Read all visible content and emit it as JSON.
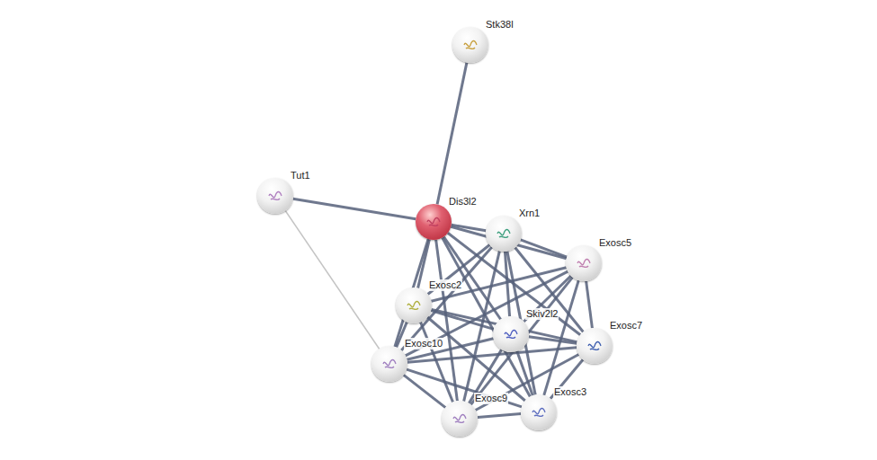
{
  "diagram": {
    "nodes": [
      {
        "text": [
          "Stk38l"
        ]
      },
      {
        "text": [
          "Tut1"
        ]
      },
      {
        "text": [
          "Dis3l2"
        ]
      },
      {
        "text": [
          "Xrn1"
        ]
      },
      {
        "text": [
          "Exosc5"
        ]
      },
      {
        "text": [
          "Exosc2"
        ]
      },
      {
        "text": [
          "Skiv2l2"
        ]
      },
      {
        "text": [
          "Exosc7"
        ]
      },
      {
        "text": [
          "Exosc10"
        ]
      },
      {
        "text": [
          "Exosc9"
        ]
      },
      {
        "text": [
          "Exosc3"
        ]
      }
    ],
    "edges": [
      {
        "from": 0,
        "to": 2,
        "arrow": "none"
      },
      {
        "from": 1,
        "to": 2,
        "arrow": "none"
      },
      {
        "from": 1,
        "to": 8,
        "arrow": "none"
      },
      {
        "from": 2,
        "to": 3,
        "arrow": "none"
      },
      {
        "from": 2,
        "to": 4,
        "arrow": "none"
      },
      {
        "from": 2,
        "to": 5,
        "arrow": "none"
      },
      {
        "from": 2,
        "to": 6,
        "arrow": "none"
      },
      {
        "from": 2,
        "to": 7,
        "arrow": "none"
      },
      {
        "from": 2,
        "to": 8,
        "arrow": "none"
      },
      {
        "from": 2,
        "to": 9,
        "arrow": "none"
      },
      {
        "from": 2,
        "to": 10,
        "arrow": "none"
      },
      {
        "from": 3,
        "to": 4,
        "arrow": "none"
      },
      {
        "from": 3,
        "to": 5,
        "arrow": "none"
      },
      {
        "from": 3,
        "to": 6,
        "arrow": "none"
      },
      {
        "from": 3,
        "to": 7,
        "arrow": "none"
      },
      {
        "from": 3,
        "to": 8,
        "arrow": "none"
      },
      {
        "from": 3,
        "to": 9,
        "arrow": "none"
      },
      {
        "from": 3,
        "to": 10,
        "arrow": "none"
      },
      {
        "from": 4,
        "to": 5,
        "arrow": "none"
      },
      {
        "from": 4,
        "to": 6,
        "arrow": "none"
      },
      {
        "from": 4,
        "to": 7,
        "arrow": "none"
      },
      {
        "from": 4,
        "to": 8,
        "arrow": "none"
      },
      {
        "from": 4,
        "to": 9,
        "arrow": "none"
      },
      {
        "from": 4,
        "to": 10,
        "arrow": "none"
      },
      {
        "from": 5,
        "to": 6,
        "arrow": "none"
      },
      {
        "from": 5,
        "to": 7,
        "arrow": "none"
      },
      {
        "from": 5,
        "to": 8,
        "arrow": "none"
      },
      {
        "from": 5,
        "to": 9,
        "arrow": "none"
      },
      {
        "from": 5,
        "to": 10,
        "arrow": "none"
      },
      {
        "from": 6,
        "to": 7,
        "arrow": "none"
      },
      {
        "from": 6,
        "to": 8,
        "arrow": "none"
      },
      {
        "from": 6,
        "to": 9,
        "arrow": "none"
      },
      {
        "from": 6,
        "to": 10,
        "arrow": "none"
      },
      {
        "from": 7,
        "to": 8,
        "arrow": "none"
      },
      {
        "from": 7,
        "to": 9,
        "arrow": "none"
      },
      {
        "from": 7,
        "to": 10,
        "arrow": "none"
      },
      {
        "from": 8,
        "to": 9,
        "arrow": "none"
      },
      {
        "from": 8,
        "to": 10,
        "arrow": "none"
      },
      {
        "from": 9,
        "to": 10,
        "arrow": "none"
      }
    ]
  }
}
